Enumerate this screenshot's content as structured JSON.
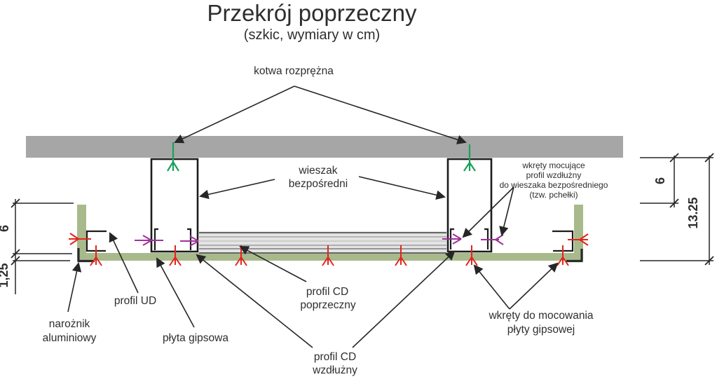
{
  "title": "Przekrój poprzeczny",
  "subtitle": "(szkic, wymiary w cm)",
  "labels": {
    "kotwa": "kotwa rozprężna",
    "wieszak": [
      "wieszak",
      "bezpośredni"
    ],
    "pchelki": [
      "wkręty mocujące",
      "profil wzdłużny",
      "do wieszaka bezpośredniego",
      "(tzw. pchełki)"
    ],
    "profil_ud": "profil UD",
    "naroznik": [
      "narożnik",
      "aluminiowy"
    ],
    "plyta_gipsowa": "płyta gipsowa",
    "cd_poprzeczny": [
      "profil CD",
      "poprzeczny"
    ],
    "cd_wzdluzny": [
      "profil CD",
      "wzdłużny"
    ],
    "wkrety_plyty": [
      "wkręty do mocowania",
      "płyty gipsowej"
    ]
  },
  "dimensions": {
    "left_height": "6",
    "left_thickness": "1,25",
    "right_gap": "6",
    "right_total": "13.25"
  },
  "colors": {
    "ceiling": "#a6a6a6",
    "board": "#a8ba8c",
    "anchor": "#1aa05c",
    "screw": "#e1251b",
    "pchelka": "#a0309b",
    "line": "#262626",
    "profile_stroke": "#1c1c1c"
  }
}
